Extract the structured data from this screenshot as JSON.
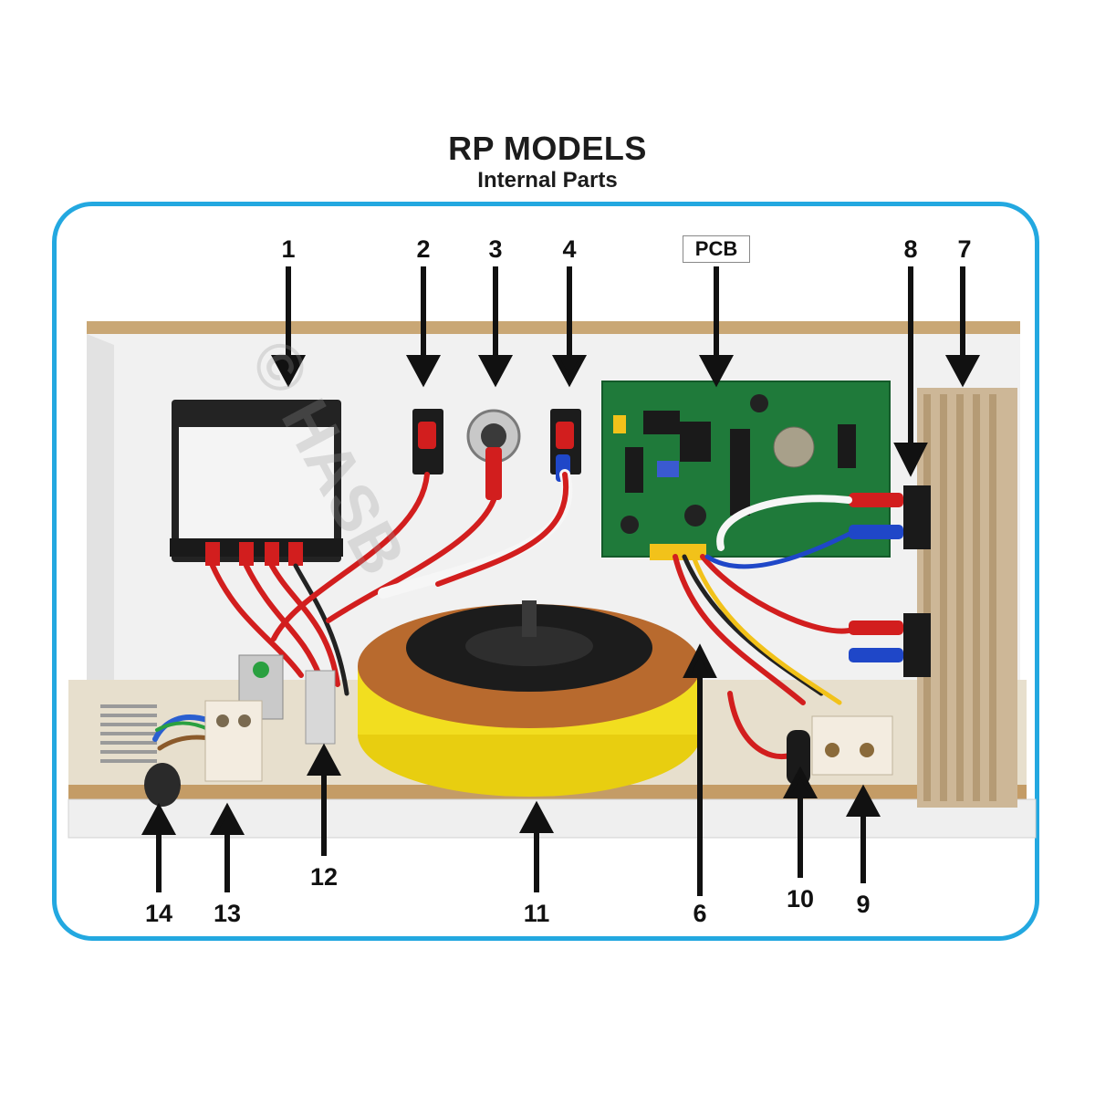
{
  "title": "RP MODELS",
  "subtitle": "Internal Parts",
  "pcb_label": "PCB",
  "watermark": "© HASB",
  "callouts": {
    "c1": "1",
    "c2": "2",
    "c3": "3",
    "c4": "4",
    "c6": "6",
    "c7": "7",
    "c8": "8",
    "c9": "9",
    "c10": "10",
    "c11": "11",
    "c12": "12",
    "c13": "13",
    "c14": "14"
  },
  "colors": {
    "frame": "#23a8e0",
    "pcb": "#1f7a3a",
    "toroid": "#f2de1f",
    "wire_red": "#d92020",
    "wire_blue": "#1f47c8"
  }
}
